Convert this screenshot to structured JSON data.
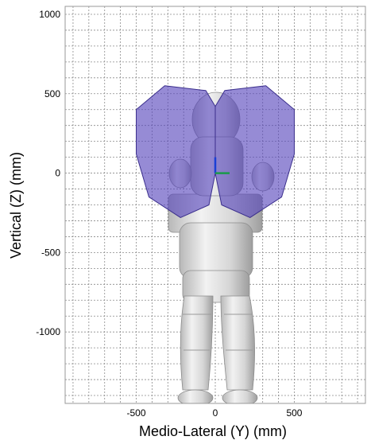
{
  "chart_data": {
    "type": "scatter",
    "title": "",
    "xlabel": "Medio-Lateral (Y) (mm)",
    "ylabel": "Vertical (Z) (mm)",
    "xlim": [
      -950,
      950
    ],
    "ylim": [
      -1450,
      1050
    ],
    "x_ticks": [
      -500,
      0,
      500
    ],
    "y_ticks": [
      1000,
      500,
      0,
      -500,
      -1000
    ],
    "x_grid_step": 100,
    "y_grid_step": 100,
    "grid": true,
    "legend": "none",
    "background_figure": "astronaut-suit-front-view",
    "series": [
      {
        "kind": "reach-envelope-left",
        "color": "#5544bb",
        "outline": [
          [
            -500,
            400
          ],
          [
            -320,
            550
          ],
          [
            -60,
            520
          ],
          [
            0,
            420
          ],
          [
            0,
            0
          ],
          [
            -40,
            -200
          ],
          [
            -220,
            -280
          ],
          [
            -420,
            -150
          ],
          [
            -500,
            120
          ]
        ]
      },
      {
        "kind": "reach-envelope-right",
        "color": "#5544bb",
        "outline": [
          [
            500,
            400
          ],
          [
            320,
            550
          ],
          [
            60,
            520
          ],
          [
            0,
            420
          ],
          [
            0,
            0
          ],
          [
            40,
            -200
          ],
          [
            220,
            -280
          ],
          [
            420,
            -150
          ],
          [
            500,
            120
          ]
        ]
      }
    ],
    "origin_marker": {
      "x": 0,
      "y": 0,
      "colors": [
        "#1a3fd6",
        "#1a9a4a"
      ]
    }
  }
}
